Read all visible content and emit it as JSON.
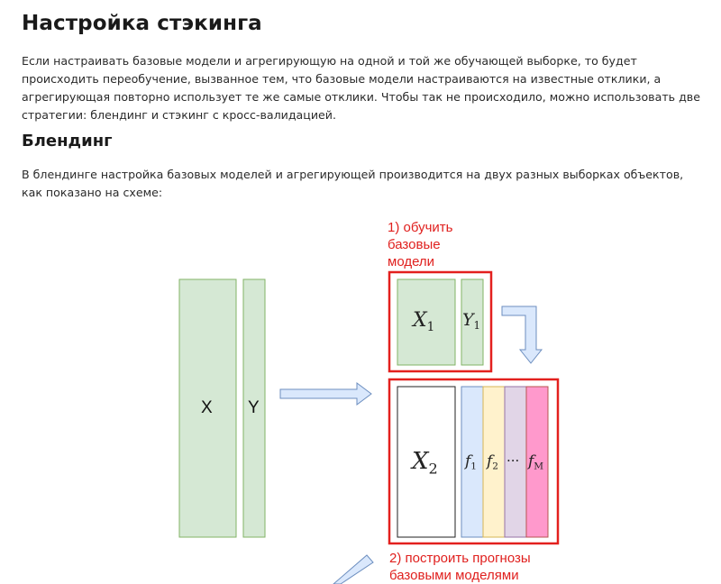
{
  "article": {
    "title": "Настройка стэкинга",
    "intro": "Если настраивать базовые модели и агрегирующую на одной и той же обучающей выборке, то будет происходить переобучение, вызванное тем, что базовые модели настраиваются на известные отклики, а агрегирующая повторно использует те же самые отклики. Чтобы так не происходило, можно использовать две стратегии: блендинг и стэкинг с кросс-валидацией.",
    "section_heading": "Блендинг",
    "blending_text": "В блендинге настройка базовых моделей и агрегирующей производится на двух разных выборках объектов, как показано на схеме:"
  },
  "diagram": {
    "full_x": "X",
    "full_y": "Y",
    "x1": {
      "base": "X",
      "sub": "1"
    },
    "y1": {
      "base": "Y",
      "sub": "1"
    },
    "x2": {
      "base": "X",
      "sub": "2"
    },
    "f1": {
      "base": "f",
      "sub": "1"
    },
    "f2": {
      "base": "f",
      "sub": "2"
    },
    "dots": "···",
    "fm": {
      "base": "f",
      "sub": "M"
    },
    "step1": [
      "1) обучить",
      "базовые",
      "модели"
    ],
    "step2": [
      "2) построить прогнозы",
      "базовыми моделями"
    ],
    "colors": {
      "green_fill": "#d5e8d4",
      "green_stroke": "#82b366",
      "highlight": "#e3201e",
      "arrow_fill": "#dae8fc",
      "arrow_stroke": "#6c8ebf",
      "f1": "#dae8fc",
      "f2": "#fff2cc",
      "f3": "#e1d5e7",
      "fm": "#ff99cc"
    }
  }
}
